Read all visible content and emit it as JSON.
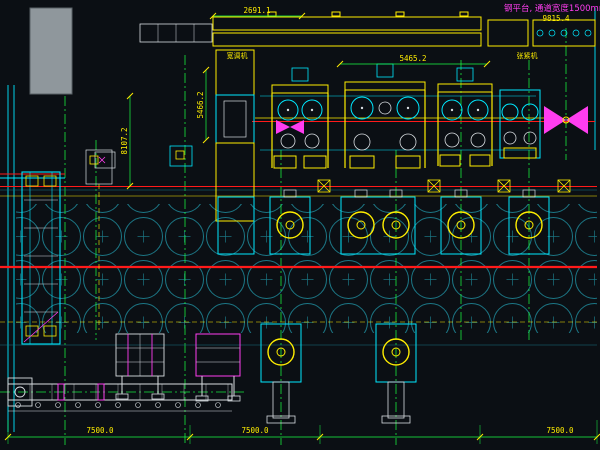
{
  "drawing": {
    "note_platform": "钢平台, 通道宽度1500mm",
    "note_platform_dim": "9815.4"
  },
  "labels": {
    "machine_left": "宽调机",
    "machine_right": "张紧机"
  },
  "dimensions": {
    "top_span": "2691.1",
    "mid_span": "5465.2",
    "left_outer": "8107.2",
    "left_inner": "5466.2",
    "bottom_spans": [
      "7500.0",
      "7500.0",
      "7500.0"
    ]
  },
  "colors": {
    "bg": "#0b0f14",
    "cyan": "#00e8ff",
    "cyan-dim": "#1b7685",
    "yellow": "#ffee00",
    "red": "#ff1a1a",
    "green": "#19ff43",
    "magenta": "#ff3df0",
    "white": "#d8dde1",
    "gray": "#8f979c"
  }
}
